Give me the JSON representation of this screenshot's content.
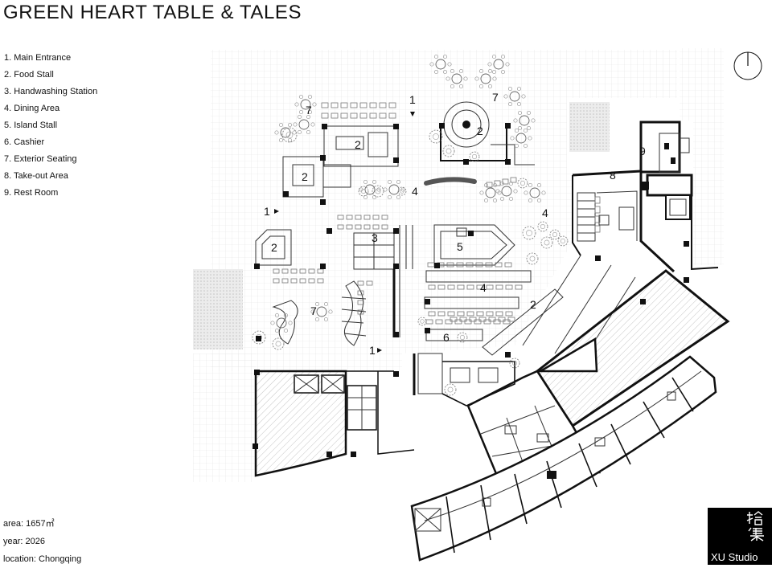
{
  "title": "GREEN HEART TABLE & TALES",
  "legend": [
    "1. Main Entrance",
    "2. Food Stall",
    "3. Handwashing Station",
    "4. Dining Area",
    "5. Island Stall",
    "6. Cashier",
    "7. Exterior Seating",
    "8. Take-out Area",
    "9. Rest Room"
  ],
  "info": {
    "area": "area: 1657㎡",
    "year": "year: 2026",
    "location": "location: Chongqing"
  },
  "plan_labels": [
    "7",
    "1",
    "7",
    "2",
    "2",
    "2",
    "4",
    "8",
    "9",
    "1",
    "4",
    "2",
    "3",
    "5",
    "4",
    "7",
    "2",
    "6",
    "1"
  ],
  "logo": {
    "chars": [
      "拾",
      "集"
    ],
    "name": "XU Studio"
  },
  "icons": {
    "north": "north-arrow-icon",
    "entrance": "entrance-arrow-icon"
  },
  "colors": {
    "ink": "#111111",
    "grid": "#e2e2e2",
    "hatch": "#9a9a9a",
    "logo_bg": "#000000"
  }
}
